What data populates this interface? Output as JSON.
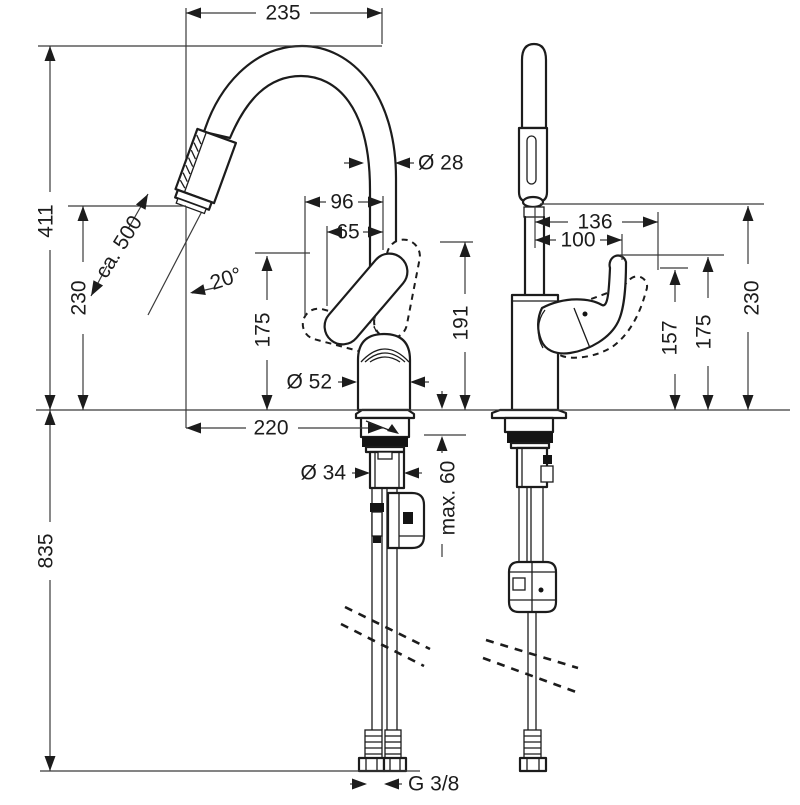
{
  "drawing_title": "faucet-installation-dimensions",
  "front_view": {
    "spout_reach": "235",
    "overall_height": "411",
    "outlet_height": "230",
    "hose_pullout_length": "ca. 500",
    "spray_angle": "20°",
    "spout_diameter": "Ø 28",
    "lever_swing_width": "96",
    "lever_offset": "65",
    "lever_height_min": "175",
    "lever_height_max": "191",
    "body_diameter": "Ø 52",
    "base_projection": "220",
    "shank_diameter": "Ø 34",
    "max_deck_thickness": "max. 60",
    "hose_drop_height": "835",
    "connection_thread": "G 3/8"
  },
  "side_view": {
    "outlet_reach": "136",
    "lever_reach": "100",
    "lever_height_front": "157",
    "lever_height_back": "175",
    "outlet_height": "230"
  }
}
